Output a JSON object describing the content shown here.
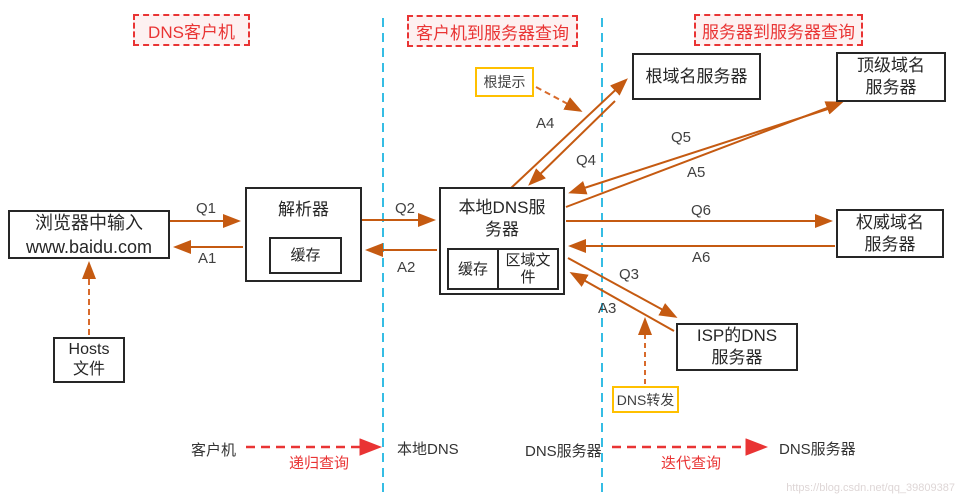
{
  "regions": {
    "dns_client": "DNS客户机",
    "client_to_server": "客户机到服务器查询",
    "server_to_server": "服务器到服务器查询"
  },
  "nodes": {
    "browser": {
      "line1": "浏览器中输入",
      "line2": "www.baidu.com"
    },
    "hosts": {
      "line1": "Hosts",
      "line2": "文件"
    },
    "resolver": {
      "title": "解析器",
      "cache": "缓存"
    },
    "local_dns": {
      "title": "本地DNS服务器",
      "cache": "缓存",
      "zone_file": "区域文件"
    },
    "root": {
      "title": "根域名服务器"
    },
    "tld": {
      "line1": "顶级域名",
      "line2": "服务器"
    },
    "auth": {
      "line1": "权威域名",
      "line2": "服务器"
    },
    "isp": {
      "line1": "ISP的DNS",
      "line2": "服务器"
    },
    "root_hint": "根提示",
    "dns_forward": "DNS转发"
  },
  "edges": {
    "q1": "Q1",
    "a1": "A1",
    "q2": "Q2",
    "a2": "A2",
    "q3": "Q3",
    "a3": "A3",
    "q4": "Q4",
    "a4": "A4",
    "q5": "Q5",
    "a5": "A5",
    "q6": "Q6",
    "a6": "A6"
  },
  "legend": {
    "client": "客户机",
    "recursive": "递归查询",
    "local_dns": "本地DNS",
    "dns_server_left": "DNS服务器",
    "iterative": "迭代查询",
    "dns_server_right": "DNS服务器"
  },
  "watermark": "https://blog.csdn.net/qq_39809387",
  "colors": {
    "arrow_orange": "#c55a11",
    "label_red": "#e93434",
    "divider_cyan": "#35bde4",
    "hint_yellow": "#ffc000"
  }
}
